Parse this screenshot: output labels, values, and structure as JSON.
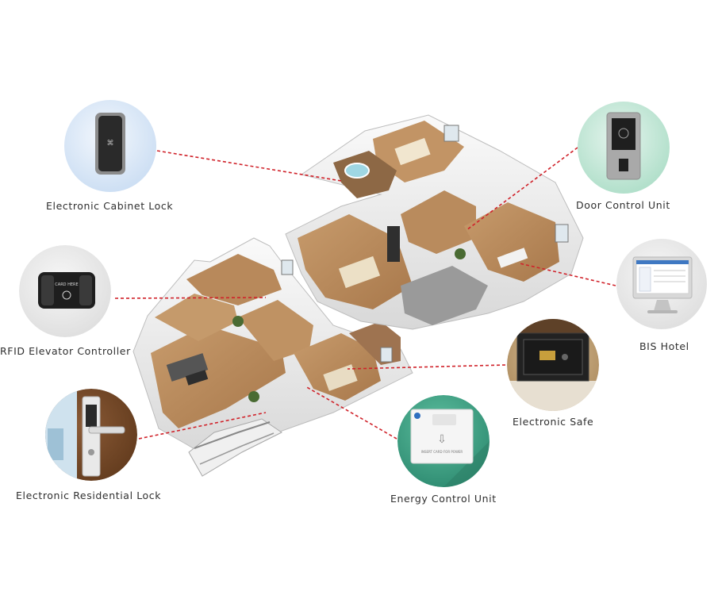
{
  "nodes": [
    {
      "id": "cabinet",
      "label": "Electronic Cabinet Lock",
      "icon": "cabinet-lock-icon",
      "color": "#dfe9f7"
    },
    {
      "id": "elevator",
      "label": "RFID Elevator Controller",
      "icon": "elevator-controller-icon",
      "color": "#e9e9e9"
    },
    {
      "id": "residential",
      "label": "Electronic Residential Lock",
      "icon": "residential-lock-icon",
      "color": "#7a4c2c"
    },
    {
      "id": "door",
      "label": "Door Control Unit",
      "icon": "door-control-icon",
      "color": "#c6e8da"
    },
    {
      "id": "bis",
      "label": "BIS Hotel",
      "icon": "monitor-icon",
      "color": "#e7e7e7"
    },
    {
      "id": "safe",
      "label": "Electronic Safe",
      "icon": "safe-icon",
      "color": "#c9ad83"
    },
    {
      "id": "energy",
      "label": "Energy Control Unit",
      "icon": "energy-switch-icon",
      "color": "#4aa98e"
    }
  ],
  "device_text": {
    "elevator_panel": "CARD HERE",
    "energy_panel": "INSERT CARD FOR POWER"
  },
  "colors": {
    "connector": "#d0222a",
    "floor": "#b98d61",
    "wall": "#f4f4f4",
    "wall_shade": "#c9c9c9"
  }
}
